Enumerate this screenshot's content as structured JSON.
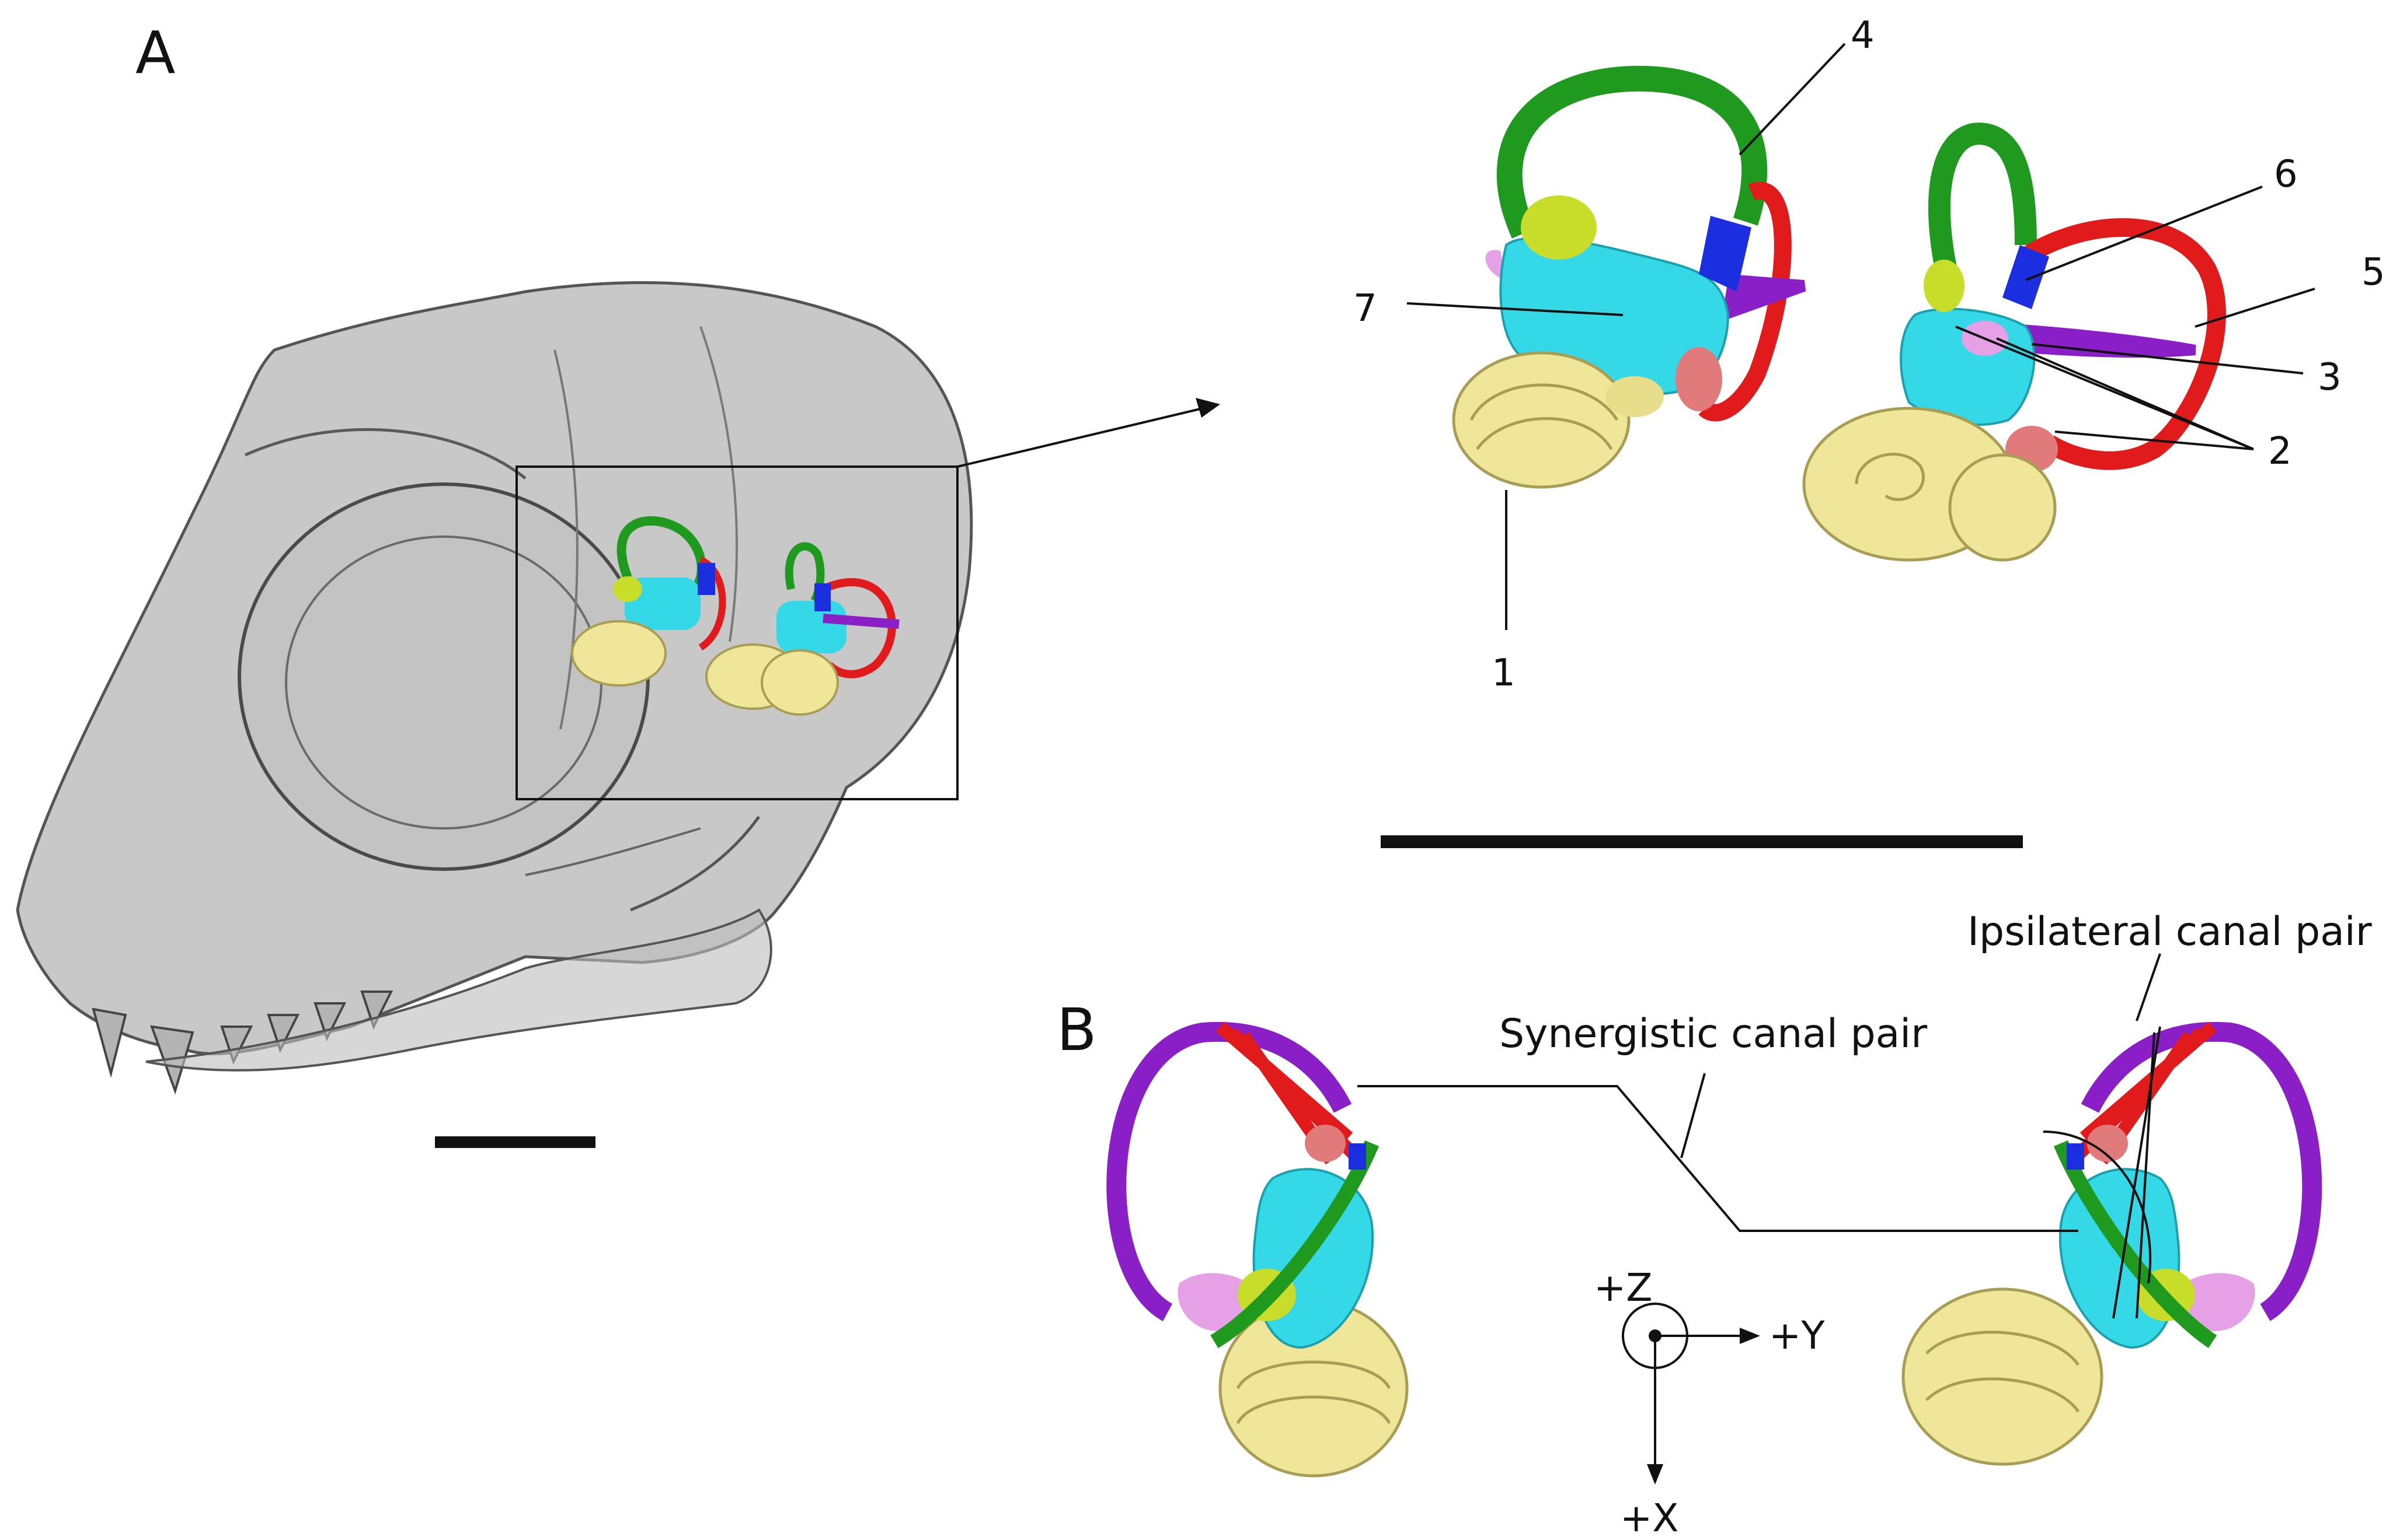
{
  "panels": {
    "a": "A",
    "b": "B"
  },
  "numbers": [
    "1",
    "2",
    "3",
    "4",
    "5",
    "6",
    "7"
  ],
  "labels": {
    "synergistic": "Synergistic canal pair",
    "ipsilateral": "Ipsilateral canal pair"
  },
  "axes": {
    "z": "+Z",
    "y": "+Y",
    "x": "+X"
  },
  "colors": {
    "cochlea": "#efe69a",
    "vestibule": "#35d8e6",
    "anterior_canal": "#1f9a1f",
    "posterior_canal": "#e11b1b",
    "lateral_canal": "#8a1fc8",
    "crus": "#1b2fe0",
    "ampulla_yellow": "#c8dc2a",
    "ampulla_pink": "#f09aa0",
    "saccule_pink": "#e6a0e6",
    "skull": "#8a8a8a",
    "line": "#111111"
  }
}
